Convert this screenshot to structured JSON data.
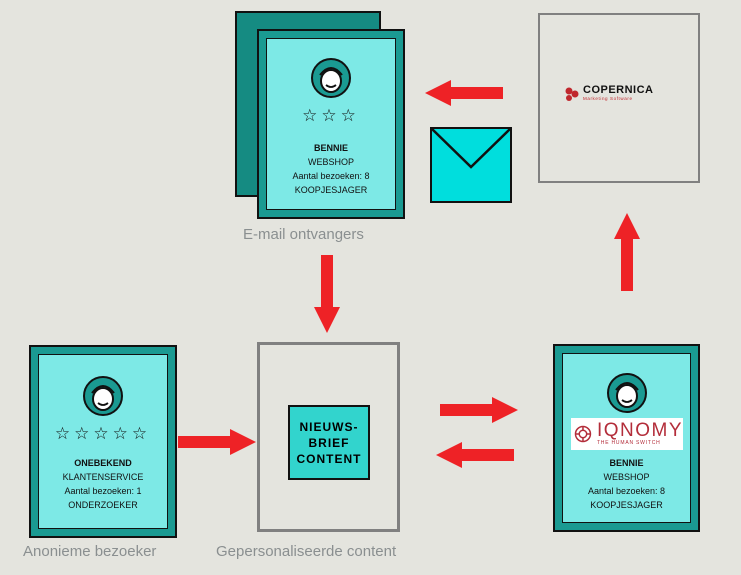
{
  "email_recipients": {
    "caption": "E-mail ontvangers",
    "profile": {
      "stars": "☆☆☆",
      "name": "BENNIE",
      "source": "WEBSHOP",
      "visits": "Aantal bezoeken: 8",
      "type": "KOOPJESJAGER"
    }
  },
  "anonymous_visitor": {
    "caption": "Anonieme bezoeker",
    "profile": {
      "stars": "☆☆☆☆☆",
      "name": "ONEBEKEND",
      "source": "KLANTENSERVICE",
      "visits": "Aantal bezoeken: 1",
      "type": "ONDERZOEKER"
    }
  },
  "personalized_content": {
    "caption": "Gepersonaliseerde content",
    "label": "NIEUWS-BRIEF CONTENT"
  },
  "iqnomy_visitor": {
    "profile": {
      "name": "BENNIE",
      "source": "WEBSHOP",
      "visits": "Aantal bezoeken: 8",
      "type": "KOOPJESJAGER"
    }
  },
  "logos": {
    "copernica": {
      "name": "COPERNICA",
      "tagline": "Marketing Software"
    },
    "iqnomy": {
      "name": "IQNOMY",
      "tagline": "THE HUMAN SWITCH"
    }
  },
  "colors": {
    "background": "#e4e4de",
    "card_frame": "#1a9a92",
    "card_fill": "#7de9e6",
    "content_fill": "#32d4cd",
    "arrow": "#ee2226",
    "envelope": "#00dedd",
    "caption": "#8a8f90"
  },
  "icons": [
    "avatar-icon",
    "star-icon",
    "envelope-icon",
    "arrow-icon",
    "copernica-logo",
    "iqnomy-logo"
  ]
}
